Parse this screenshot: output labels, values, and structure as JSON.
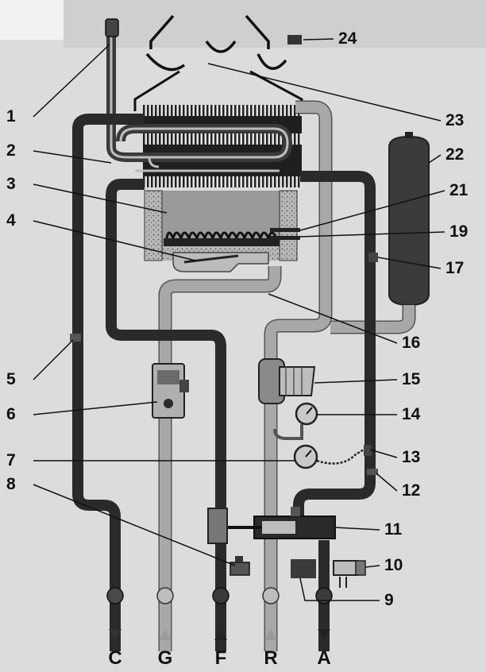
{
  "components": [
    {
      "id": "1",
      "label": "1"
    },
    {
      "id": "2",
      "label": "2"
    },
    {
      "id": "3",
      "label": "3"
    },
    {
      "id": "4",
      "label": "4"
    },
    {
      "id": "5",
      "label": "5"
    },
    {
      "id": "6",
      "label": "6"
    },
    {
      "id": "7",
      "label": "7"
    },
    {
      "id": "8",
      "label": "8"
    },
    {
      "id": "9",
      "label": "9"
    },
    {
      "id": "10",
      "label": "10"
    },
    {
      "id": "11",
      "label": "11"
    },
    {
      "id": "12",
      "label": "12"
    },
    {
      "id": "13",
      "label": "13"
    },
    {
      "id": "14",
      "label": "14"
    },
    {
      "id": "15",
      "label": "15"
    },
    {
      "id": "16",
      "label": "16"
    },
    {
      "id": "17",
      "label": "17"
    },
    {
      "id": "19",
      "label": "19"
    },
    {
      "id": "21",
      "label": "21"
    },
    {
      "id": "22",
      "label": "22"
    },
    {
      "id": "23",
      "label": "23"
    },
    {
      "id": "24",
      "label": "24"
    }
  ],
  "connections": [
    {
      "id": "C",
      "label": "C",
      "arrow": "down",
      "color": "#333333"
    },
    {
      "id": "G",
      "label": "G",
      "arrow": "up",
      "color": "#9a9a9a"
    },
    {
      "id": "F",
      "label": "F",
      "arrow": "up",
      "color": "#222222"
    },
    {
      "id": "R",
      "label": "R",
      "arrow": "up",
      "color": "#9a9a9a"
    },
    {
      "id": "A",
      "label": "A",
      "arrow": "down",
      "color": "#222222"
    }
  ],
  "colors": {
    "pipe_dark": "#2a2a2a",
    "pipe_light": "#a8a8a8",
    "background": "#dcdcdc"
  }
}
